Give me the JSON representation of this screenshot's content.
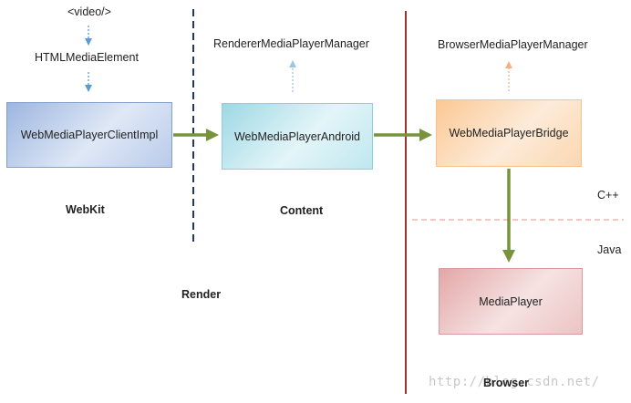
{
  "labels": {
    "video_tag": "<video/>",
    "html_media_element": "HTMLMediaElement",
    "renderer_media_player_manager": "RendererMediaPlayerManager",
    "browser_media_player_manager": "BrowserMediaPlayerManager",
    "webkit": "WebKit",
    "content": "Content",
    "render": "Render",
    "browser": "Browser",
    "cpp": "C++",
    "java": "Java"
  },
  "boxes": {
    "client_impl": "WebMediaPlayerClientImpl",
    "android": "WebMediaPlayerAndroid",
    "bridge": "WebMediaPlayerBridge",
    "media_player": "MediaPlayer"
  },
  "watermark": "http://blog.csdn.net/",
  "colors": {
    "arrow_green": "#77933c",
    "dotted_blue": "#5b9bd5",
    "dotted_orange": "#f4b183",
    "dashed_navy": "#1f3864",
    "divider_red": "#a0322d",
    "dashed_salmon": "#e6908b"
  }
}
